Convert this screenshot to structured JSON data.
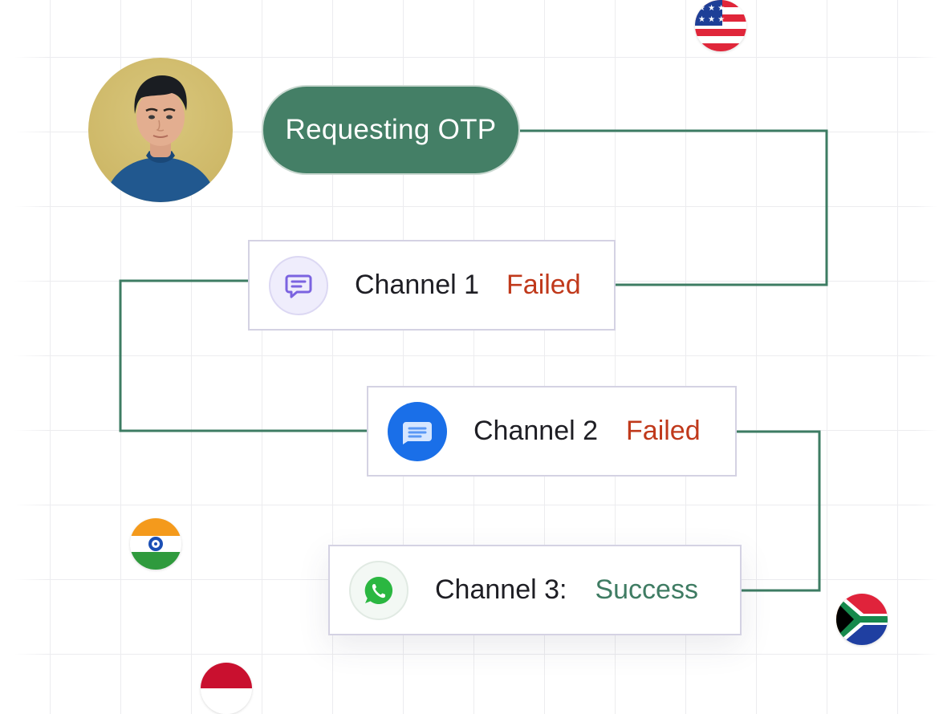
{
  "flow": {
    "request_label": "Requesting OTP",
    "channels": [
      {
        "label": "Channel 1",
        "status": "Failed",
        "icon": "message-bubble-icon",
        "status_color": "#c0391b"
      },
      {
        "label": "Channel 2",
        "status": "Failed",
        "icon": "messages-app-icon",
        "status_color": "#c0391b"
      },
      {
        "label": "Channel 3:",
        "status": "Success",
        "icon": "whatsapp-icon",
        "status_color": "#3f7c63"
      }
    ]
  },
  "flags": [
    "us-flag-icon",
    "india-flag-icon",
    "indonesia-flag-icon",
    "south-africa-flag-icon"
  ],
  "colors": {
    "connector": "#3d7c63",
    "pill_bg": "#447f66",
    "failed": "#c0391b",
    "success": "#3f7c63",
    "card_border": "#d4d2e3"
  }
}
